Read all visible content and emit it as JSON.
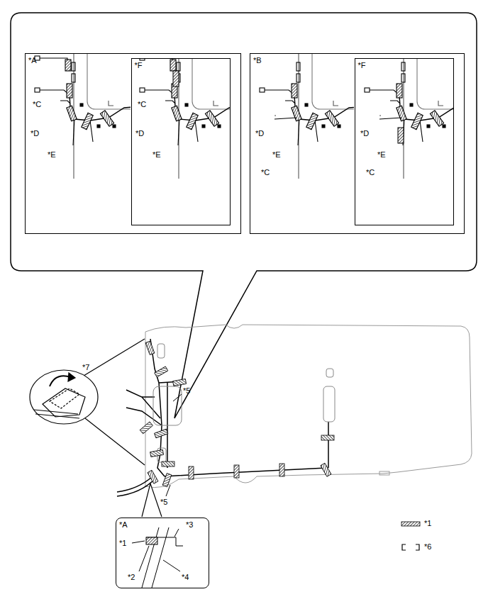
{
  "diagram": {
    "nodes": [
      {
        "text": [
          "*A"
        ]
      },
      {
        "text": [
          "*F"
        ],
        "in": 0
      },
      {
        "text": [
          "*B"
        ]
      },
      {
        "text": [
          "*F"
        ],
        "in": 2
      },
      {
        "text": [
          "*A"
        ]
      }
    ],
    "labels": [
      "*C",
      "*D",
      "*E",
      "*C",
      "*D",
      "*E",
      "*D",
      "*E",
      "*C",
      "*D",
      "*E",
      "*C",
      "*7",
      "*5",
      "*5",
      "*3",
      "*1",
      "*2",
      "*4"
    ],
    "legend": [
      {
        "text": "*1"
      },
      {
        "text": "*6"
      }
    ]
  }
}
